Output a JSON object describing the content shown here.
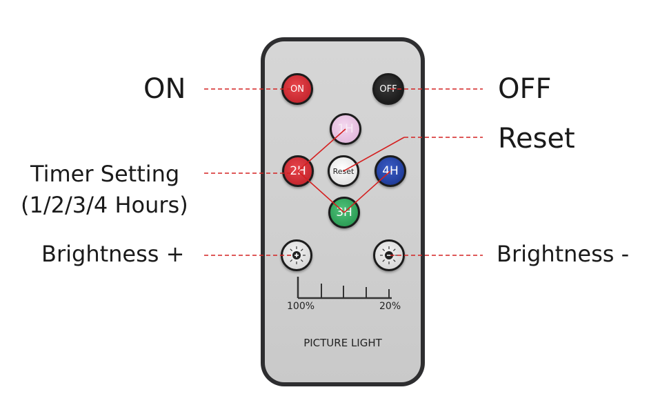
{
  "labels": {
    "on": "ON",
    "off": "OFF",
    "reset": "Reset",
    "timer_line1": "Timer Setting",
    "timer_line2": "(1/2/3/4 Hours)",
    "brightness_plus": "Brightness +",
    "brightness_minus": "Brightness -"
  },
  "remote": {
    "buttons": {
      "on": "ON",
      "off": "OFF",
      "h1": "1H",
      "h2": "2H",
      "h3": "3H",
      "h4": "4H",
      "reset": "Reset"
    },
    "scale_high": "100%",
    "scale_low": "20%",
    "brand": "PICTURE LIGHT"
  },
  "colors": {
    "on_button": "#c8202a",
    "off_button": "#1a1a1a",
    "h1_button": "#e6bfe0",
    "h2_button": "#c8202a",
    "h3_button": "#2aa55a",
    "h4_button": "#1a3d9e",
    "reset_button": "#e8e8e8",
    "guide_line": "#d42020"
  },
  "icons": {
    "brightness_up": "sun-plus-icon",
    "brightness_down": "sun-minus-icon"
  }
}
